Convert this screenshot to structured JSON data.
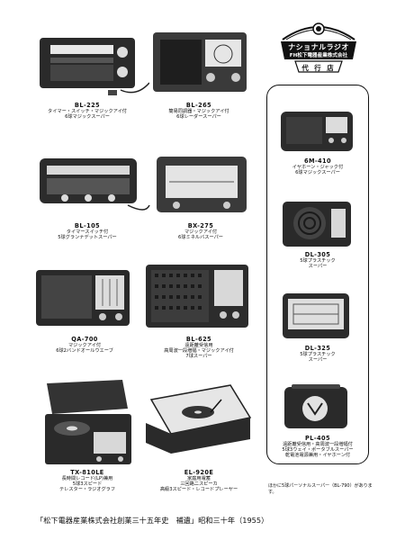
{
  "logo": {
    "brand": "ナショナルラジオ",
    "company": "FH松下電器産業株式会社",
    "dealer": "代 行 店"
  },
  "products": [
    {
      "model": "BL-225",
      "desc1": "タイマー・スイッチ・マジックアイ付",
      "desc2": "6球マジックスーパー"
    },
    {
      "model": "BL-265",
      "desc1": "簡易同調器・マジックアイ付",
      "desc2": "6球レーダースーパー"
    },
    {
      "model": "BL-105",
      "desc1": "タイマースイッチ付",
      "desc2": "5球グランナデットスーパー"
    },
    {
      "model": "BX-275",
      "desc1": "マジックアイ付",
      "desc2": "6球ミネルバスーパー"
    },
    {
      "model": "QA-700",
      "desc1": "マジックアイ付",
      "desc2": "6球2バンドオールウエーブ"
    },
    {
      "model": "BL-625",
      "desc1": "遠距離受信用",
      "desc2": "高周波一段増幅・マジックアイ付",
      "desc3": "7球スーパー"
    },
    {
      "model": "TX-810LE",
      "desc1": "長時間レコード(LP)兼用",
      "desc2": "5球3スピード",
      "desc3": "テレスター・ラジオグラフ"
    },
    {
      "model": "EL-920E",
      "desc1": "家庭用電蓄",
      "desc2": "三回路二スピーカ",
      "desc3": "高級3スピード・レコードプレーヤー"
    },
    {
      "model": "6M-410",
      "desc1": "イヤホーン・ジャック付",
      "desc2": "6球マジックスーパー"
    },
    {
      "model": "DL-305",
      "desc1": "5球プラスチック",
      "desc2": "スーパー"
    },
    {
      "model": "DL-325",
      "desc1": "5球プラスチック",
      "desc2": "スーパー"
    },
    {
      "model": "PL-405",
      "desc1": "遠距離受信用・高周波一段増幅付",
      "desc2": "5球3ウェイ・ポータブルスーパー",
      "desc3": "乾電池電源兼用・イヤホーン付"
    }
  ],
  "note": "ほかに5球パーソナルスーパー（BL-790）があります。",
  "footer": "「松下電器産業株式会社創業三十五年史　補遺」昭和三十年（1955）"
}
